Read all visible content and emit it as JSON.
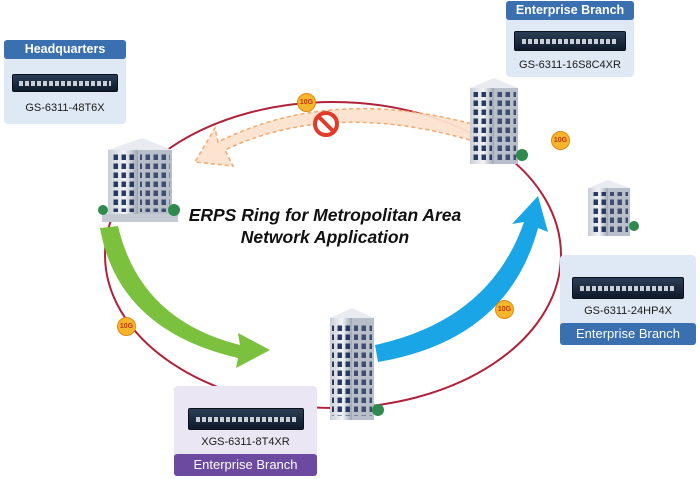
{
  "title": "ERPS Ring for Metropolitan Area Network Application",
  "link_speed": "10G",
  "nodes": {
    "hq": {
      "label": "Headquarters",
      "model": "GS-6311-48T6X"
    },
    "branch_top": {
      "label": "Enterprise Branch",
      "model": "GS-6311-16S8C4XR"
    },
    "branch_right": {
      "label": "Enterprise Branch",
      "model": "GS-6311-24HP4X"
    },
    "branch_bottom": {
      "label": "Enterprise Branch",
      "model": "XGS-6311-8T4XR"
    }
  },
  "icons": [
    "blocked-link-icon",
    "building-icon",
    "switch-icon",
    "tree-icon"
  ],
  "colors": {
    "ring": "#b0213a",
    "hq_accent": "#3a6fb0",
    "branch_top_accent": "#3a6fb0",
    "branch_right_accent": "#3a6fb0",
    "branch_bottom_accent": "#6b4aa0",
    "card_bg": "#dfe9f5",
    "card_bg_purple": "#ebe6f4",
    "arrow_green": "#7cc13e",
    "arrow_blue": "#1aa6e6",
    "arrow_blocked": "#f3a86b",
    "badge": "#f7b52b"
  }
}
